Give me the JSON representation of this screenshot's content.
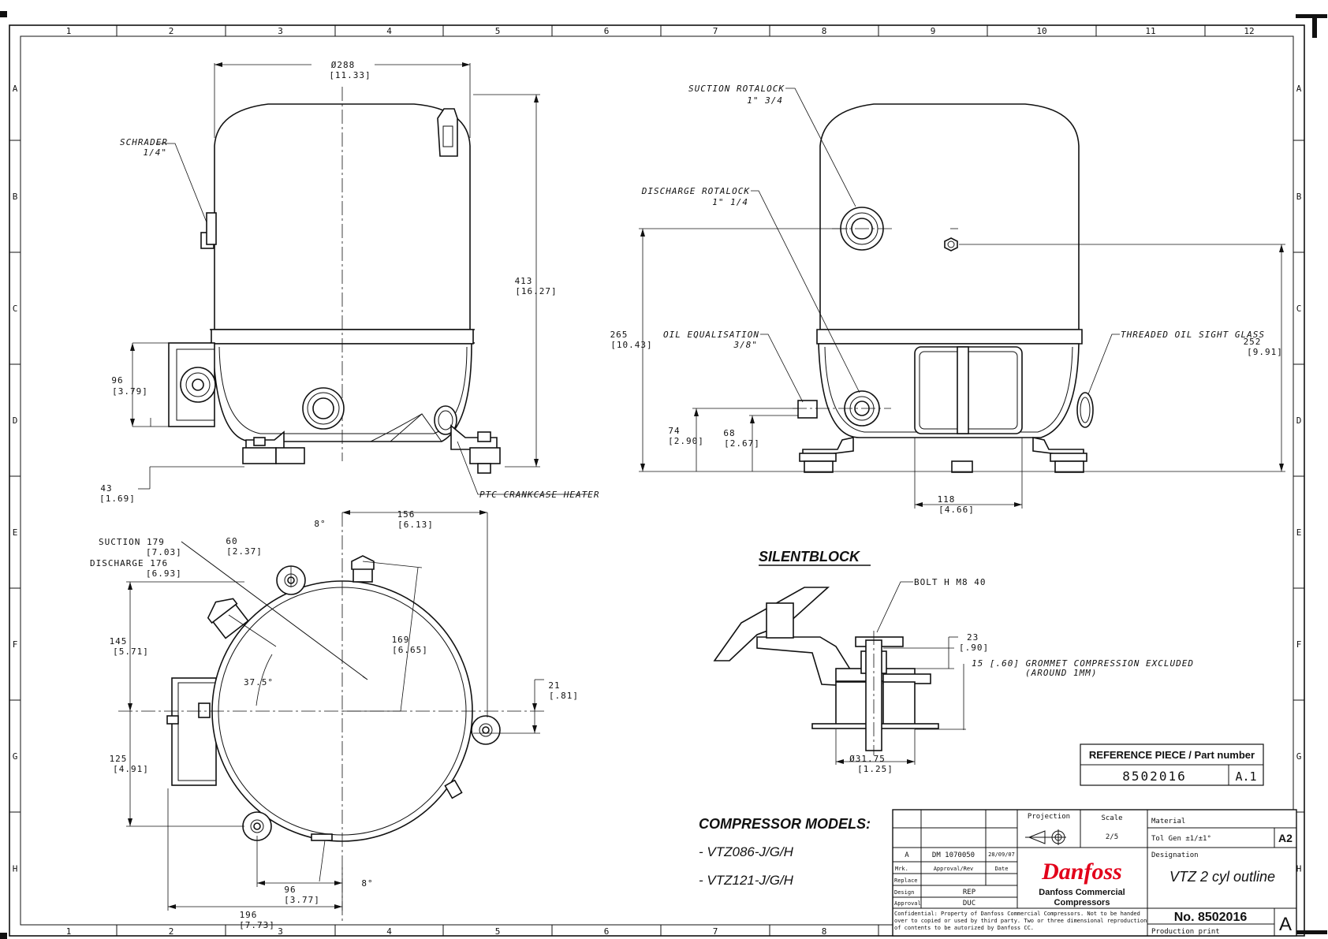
{
  "grid": {
    "columns": [
      "1",
      "2",
      "3",
      "4",
      "5",
      "6",
      "7",
      "8",
      "9",
      "10",
      "11",
      "12"
    ],
    "rows": [
      "A",
      "B",
      "C",
      "D",
      "E",
      "F",
      "G",
      "H"
    ]
  },
  "side_view": {
    "diameter": "Ø288",
    "diameter_in": "[11.33]",
    "schrader": "SCHRADER",
    "schrader_size": "1/4\"",
    "height": "413",
    "height_in": "[16.27]",
    "dim96": "96",
    "dim96_in": "[3.79]",
    "dim43": "43",
    "dim43_in": "[1.69]",
    "ptc": "PTC CRANKCASE HEATER"
  },
  "front_view": {
    "suction": "SUCTION ROTALOCK",
    "suction_size": "1\" 3/4",
    "discharge": "DISCHARGE ROTALOCK",
    "discharge_size": "1\" 1/4",
    "oil_eq": "OIL EQUALISATION",
    "oil_eq_size": "3/8\"",
    "sight_glass": "THREADED OIL SIGHT GLASS",
    "dim265": "265",
    "dim265_in": "[10.43]",
    "dim74": "74",
    "dim74_in": "[2.90]",
    "dim68": "68",
    "dim68_in": "[2.67]",
    "dim252": "252",
    "dim252_in": "[9.91]",
    "dim118": "118",
    "dim118_in": "[4.66]"
  },
  "top_view": {
    "suction_lbl": "SUCTION 179",
    "suction_in": "[7.03]",
    "discharge_lbl": "DISCHARGE 176",
    "discharge_in": "[6.93]",
    "dim60": "60",
    "dim60_in": "[2.37]",
    "ang8a": "8°",
    "dim156": "156",
    "dim156_in": "[6.13]",
    "dim145": "145",
    "dim145_in": "[5.71]",
    "dim169": "169",
    "dim169_in": "[6.65]",
    "ang375": "37.5°",
    "dim21": "21",
    "dim21_in": "[.81]",
    "dim125": "125",
    "dim125_in": "[4.91]",
    "dim96": "96",
    "dim96_in": "[3.77]",
    "ang8b": "8°",
    "dim196": "196",
    "dim196_in": "[7.73]"
  },
  "silentblock": {
    "title": "SILENTBLOCK",
    "bolt": "BOLT H M8 40",
    "dim23": "23",
    "dim23_in": "[.90]",
    "grommet": "15 [.60] GROMMET COMPRESSION EXCLUDED",
    "grommet2": "(AROUND 1MM)",
    "diameter": "Ø31.75",
    "diameter_in": "[1.25]"
  },
  "reference": {
    "header": "REFERENCE PIECE / Part number",
    "part": "8502016",
    "rev": "A.1"
  },
  "models": {
    "header": "COMPRESSOR MODELS:",
    "m1": "- VTZ086-J/G/H",
    "m2": "- VTZ121-J/G/H"
  },
  "title_block": {
    "projection": "Projection",
    "scale_lbl": "Scale",
    "scale": "2/5",
    "material": "Material",
    "tol": "Tol Gen  ±1/±1°",
    "size": "A2",
    "designation": "Designation",
    "title": "VTZ 2 cyl outline",
    "rev_a": "A",
    "dm": "DM 1070050",
    "date": "28/09/07",
    "mrk": "Mrk.",
    "approval_rev": "Approval/Rev",
    "date_lbl": "Date",
    "replace": "Replace",
    "design": "Design",
    "design_val": "REP",
    "approval": "Approval",
    "approval_val": "DUC",
    "logo": "Danfoss",
    "company1": "Danfoss Commercial",
    "company2": "Compressors",
    "confidential1": "Confidential: Property of Danfoss Commercial Compressors. Not to be handed",
    "confidential2": "over to copied or used by third party. Two or three dimensional reproduction",
    "confidential3": "of contents to be autorized by Danfoss CC.",
    "number": "No. 8502016",
    "revision": "A",
    "production": "Production print"
  }
}
